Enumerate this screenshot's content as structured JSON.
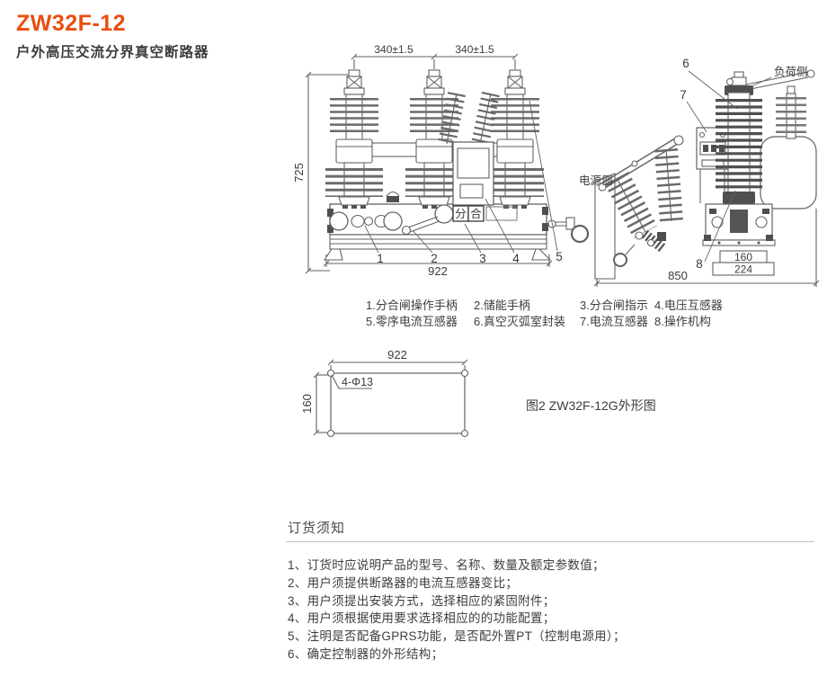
{
  "page": {
    "product_code": "ZW32F-12",
    "product_name": "户外高压交流分界真空断路器"
  },
  "front_view": {
    "dim_pole_spacing_left": "340±1.5",
    "dim_pole_spacing_right": "340±1.5",
    "dim_height": "725",
    "dim_width": "922",
    "indicator_open": "分",
    "indicator_close": "合",
    "callout_1": "1",
    "callout_2": "2",
    "callout_3": "3",
    "callout_4": "4",
    "callout_5": "5"
  },
  "side_view": {
    "callout_6": "6",
    "callout_7": "7",
    "callout_8": "8",
    "load_side_label": "负荷侧",
    "source_side_label": "电源侧",
    "dim_inner_width": "160",
    "dim_base_width": "224",
    "dim_depth": "850"
  },
  "plan_view": {
    "dim_width": "922",
    "dim_height": "160",
    "holes_label": "4-Φ13"
  },
  "figure": {
    "caption": "图2 ZW32F-12G外形图"
  },
  "legend": {
    "items": [
      "1.分合闸操作手柄",
      "2.储能手柄",
      "3.分合闸指示",
      "4.电压互感器",
      "5.零序电流互感器",
      "6.真空灭弧室封装",
      "7.电流互感器",
      "8.操作机构"
    ]
  },
  "order_notice": {
    "heading": "订货须知",
    "items": [
      "1、订货时应说明产品的型号、名称、数量及额定参数值；",
      "2、用户须提供断路器的电流互感器变比；",
      "3、用户须提出安装方式，选择相应的紧固附件；",
      "4、用户须根据使用要求选择相应的的功能配置；",
      "5、注明是否配备GPRS功能，是否配外置PT（控制电源用）；",
      "6、确定控制器的外形结构；"
    ]
  },
  "colors": {
    "accent": "#e94e0f",
    "line": "#5f6368",
    "dark_fill": "#4f4f4f",
    "text": "#3b3b3b",
    "rule": "#b9c2ca"
  }
}
